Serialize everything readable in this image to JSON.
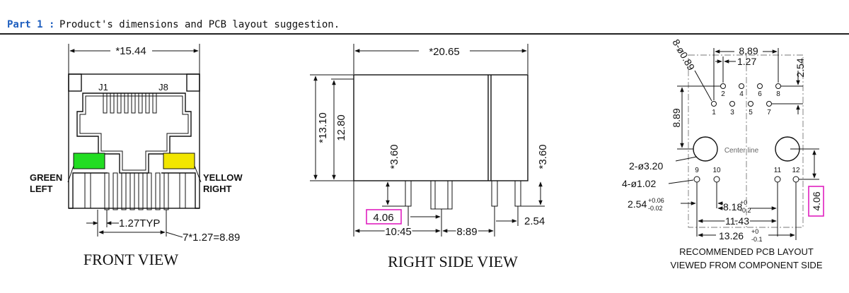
{
  "header": {
    "part_label": "Part 1 :",
    "title": "Product's dimensions and PCB layout suggestion."
  },
  "front_view": {
    "caption": "FRONT VIEW",
    "width_dim": "*15.44",
    "pin_j1": "J1",
    "pin_j8": "J8",
    "led_left_label_1": "GREEN",
    "led_left_label_2": "LEFT",
    "led_right_label_1": "YELLOW",
    "led_right_label_2": "RIGHT",
    "led_left_color": "#22dd22",
    "led_right_color": "#f2e600",
    "pitch_dim": "1.27TYP",
    "span_dim": "7*1.27=8.89"
  },
  "side_view": {
    "caption": "RIGHT SIDE VIEW",
    "length_dim": "*20.65",
    "height_outer": "*13.10",
    "height_inner": "12.80",
    "pin_len_left": "*3.60",
    "pin_len_right": "*3.60",
    "boxed_dim": "4.06",
    "box_color": "#e020c0",
    "dim_10_45": "10.45",
    "dim_8_89": "8.89",
    "dim_2_54": "2.54"
  },
  "pcb_layout": {
    "caption_line1": "RECOMMENDED PCB LAYOUT",
    "caption_line2": "VIEWED FROM COMPONENT SIDE",
    "hole_spec_signal": "8-ø0.89",
    "top_width": "8.89",
    "top_pitch": "1.27",
    "right_pitch": "2.54",
    "left_height": "8.89",
    "center_line": "Center line",
    "big_hole_spec": "2-ø3.20",
    "shield_hole_spec": "4-ø1.02",
    "dim_2_54_tol": "2.54",
    "dim_2_54_tol_upper": "+0.06",
    "dim_2_54_tol_lower": "-0.02",
    "dim_8_18": "8.18",
    "dim_8_18_upper": "+0",
    "dim_8_18_lower": "-0.2",
    "dim_11_43": "11.43",
    "dim_13_26": "13.26",
    "dim_13_26_upper": "+0",
    "dim_13_26_lower": "-0.1",
    "boxed_dim": "4.06",
    "box_color": "#e020c0",
    "pins": [
      "1",
      "2",
      "3",
      "4",
      "5",
      "6",
      "7",
      "8",
      "9",
      "10",
      "11",
      "12"
    ]
  }
}
